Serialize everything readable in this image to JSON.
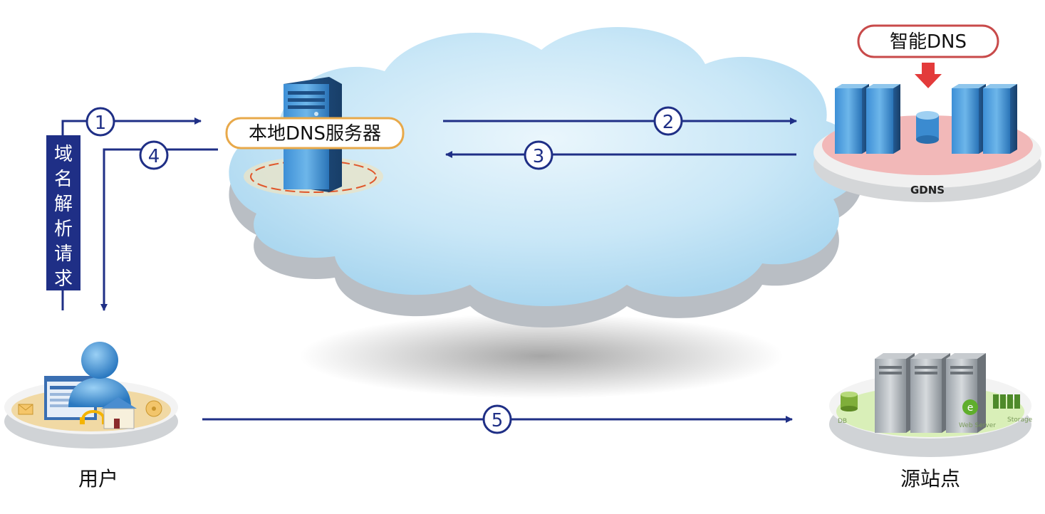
{
  "labels": {
    "local_dns": "本地DNS服务器",
    "smart_dns": "智能DNS",
    "gdns": "GDNS",
    "user": "用户",
    "origin": "源站点",
    "request_chars": [
      "域",
      "名",
      "解",
      "析",
      "请",
      "求"
    ],
    "origin_icon_labels": {
      "db": "DB",
      "web_server": "Web Server",
      "storage": "Storage"
    }
  },
  "steps": [
    "1",
    "2",
    "3",
    "4",
    "5"
  ],
  "colors": {
    "arrow": "#1f2f86",
    "request_bar": "#1f2f86",
    "local_dns_border": "#e8a94a",
    "smart_dns_border": "#c84a4a",
    "smart_dns_arrow": "#e33b3b",
    "gdns_platform": "#f2b8b8",
    "origin_platform": "#d9efb8",
    "user_platform": "#f1d9a4",
    "cloud_top": "#c7e6f6"
  }
}
